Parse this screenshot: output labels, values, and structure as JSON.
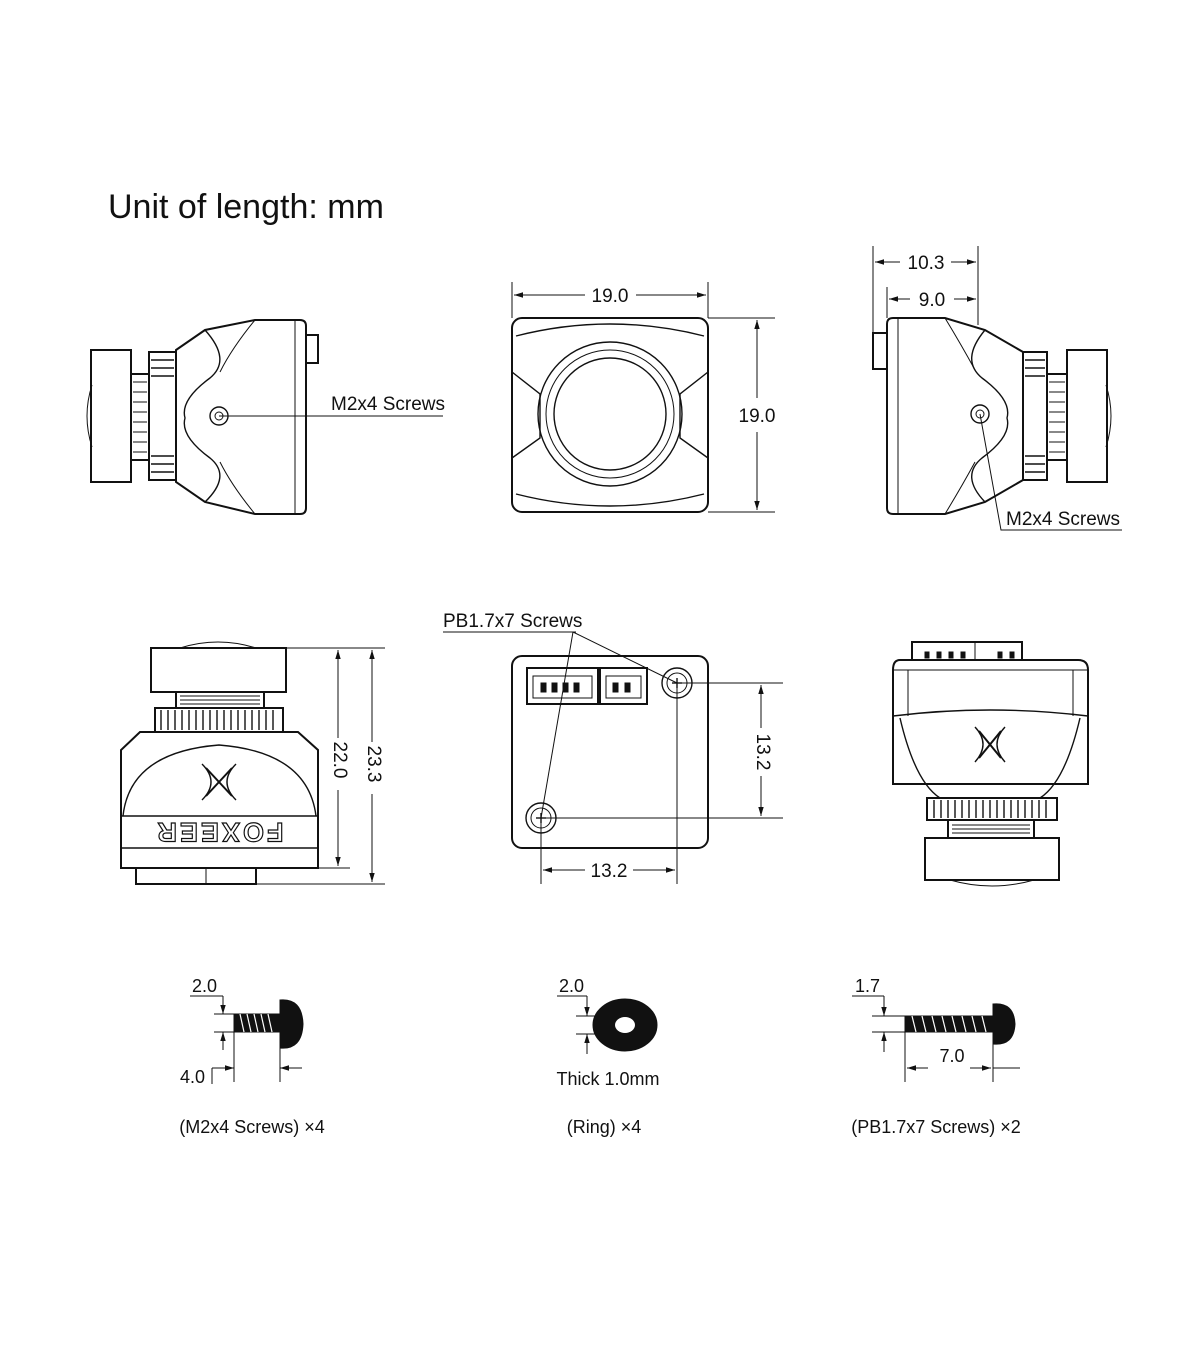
{
  "heading": "Unit of length: mm",
  "brand": "FOXEER",
  "views": {
    "left_side": {
      "screw_label": "M2x4 Screws"
    },
    "front": {
      "width_dim": "19.0",
      "height_dim": "19.0"
    },
    "right_side": {
      "depth_dim_outer": "10.3",
      "depth_dim_inner": "9.0",
      "screw_label": "M2x4 Screws"
    },
    "bottom_side": {
      "height_dim_inner": "22.0",
      "height_dim_outer": "23.3"
    },
    "back": {
      "screw_label": "PB1.7x7 Screws",
      "hole_spacing_v": "13.2",
      "hole_spacing_h": "13.2"
    }
  },
  "accessories": [
    {
      "dia_dim": "2.0",
      "len_dim": "4.0",
      "caption": "(M2x4 Screws) ×4"
    },
    {
      "dia_dim": "2.0",
      "note": "Thick 1.0mm",
      "caption": "(Ring) ×4"
    },
    {
      "dia_dim": "1.7",
      "len_dim": "7.0",
      "caption": "(PB1.7x7 Screws) ×2"
    }
  ],
  "colors": {
    "line": "#111111",
    "background": "#ffffff"
  }
}
